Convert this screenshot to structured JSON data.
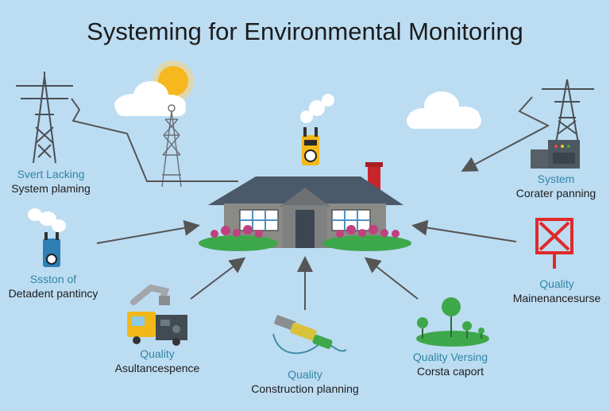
{
  "title": "Systeming for Environmental Monitoring",
  "labels": {
    "top_left": {
      "line1": "Svert Lacking",
      "line2": "System plaming"
    },
    "mid_left": {
      "line1": "Ssston of",
      "line2": "Detadent pantincy"
    },
    "bottom_left": {
      "line1": "Quality",
      "line2": "Asultancespence"
    },
    "bottom_center": {
      "line1": "Quality",
      "line2": "Construction planning"
    },
    "bottom_right": {
      "line1": "Quality Versing",
      "line2": "Corsta caport"
    },
    "mid_right": {
      "line1": "Quality",
      "line2": "Mainenancesurse"
    },
    "top_right": {
      "line1": "System",
      "line2": "Corater panning"
    }
  },
  "colors": {
    "background": "#bcdcf2",
    "label_accent": "#2f86a6",
    "roof": "#4a5a6a",
    "wall": "#8a8a86",
    "arrow": "#555555",
    "warning_red": "#e02a2a",
    "sun": "#f6b81c",
    "shrub": "#3da84a",
    "flower": "#c0417e"
  },
  "icons": [
    "power-pylon-icon",
    "sun-icon",
    "cloud-icon",
    "sensor-icon",
    "house-icon",
    "chimney-icon",
    "warning-sign-icon",
    "excavator-icon",
    "cable-tool-icon",
    "trees-icon",
    "control-cabinet-icon"
  ]
}
